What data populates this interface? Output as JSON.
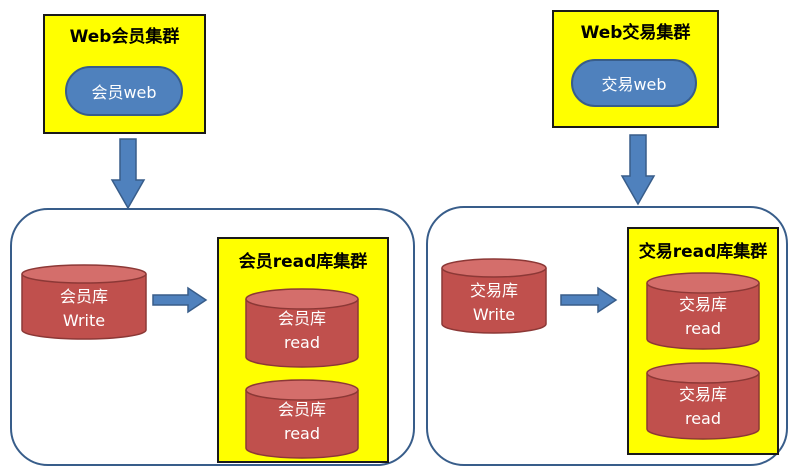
{
  "member": {
    "web_cluster_title": "Web会员集群",
    "web_node": "会员web",
    "write_db": {
      "line1": "会员库",
      "line2": "Write"
    },
    "read_cluster_title": "会员read库集群",
    "read_dbs": [
      {
        "line1": "会员库",
        "line2": "read"
      },
      {
        "line1": "会员库",
        "line2": "read"
      }
    ]
  },
  "trade": {
    "web_cluster_title": "Web交易集群",
    "web_node": "交易web",
    "write_db": {
      "line1": "交易库",
      "line2": "Write"
    },
    "read_cluster_title": "交易read库集群",
    "read_dbs": [
      {
        "line1": "交易库",
        "line2": "read"
      },
      {
        "line1": "交易库",
        "line2": "read"
      }
    ]
  },
  "colors": {
    "cluster_fill": "#ffff00",
    "node_blue": "#4f81bd",
    "db_red": "#c0504d",
    "arrow_blue": "#4f81bd"
  }
}
